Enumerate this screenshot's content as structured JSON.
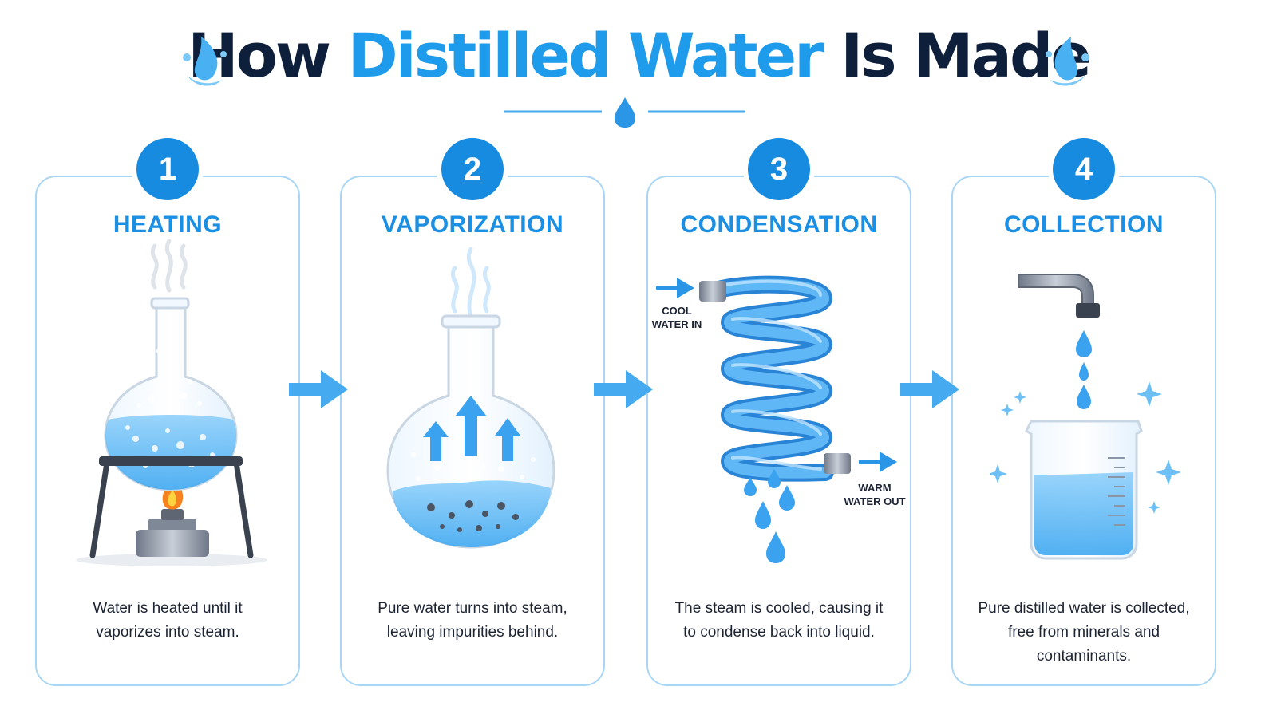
{
  "title": {
    "part1": "How ",
    "part2": "Distilled Water",
    "part3": " Is Made"
  },
  "colors": {
    "accent": "#1e9bea",
    "dark": "#0e1f3b",
    "badge": "#168be0",
    "border": "#a9d6f5"
  },
  "steps": [
    {
      "number": "1",
      "title": "HEATING",
      "description": "Water is heated until it vaporizes into steam."
    },
    {
      "number": "2",
      "title": "VAPORIZATION",
      "description": "Pure water turns into steam, leaving impurities behind."
    },
    {
      "number": "3",
      "title": "CONDENSATION",
      "description": "The steam is cooled, causing it to condense back into liquid.",
      "labels": {
        "in": [
          "COOL",
          "WATER IN"
        ],
        "out": [
          "WARM",
          "WATER OUT"
        ]
      }
    },
    {
      "number": "4",
      "title": "COLLECTION",
      "description": "Pure distilled water is collected, free from minerals and contaminants."
    }
  ],
  "icons": [
    "water-splash-icon",
    "water-drop-icon",
    "flask-icon",
    "burner-flame-icon",
    "condenser-coil-icon",
    "faucet-icon",
    "beaker-icon",
    "sparkle-icon",
    "right-arrow-icon"
  ]
}
